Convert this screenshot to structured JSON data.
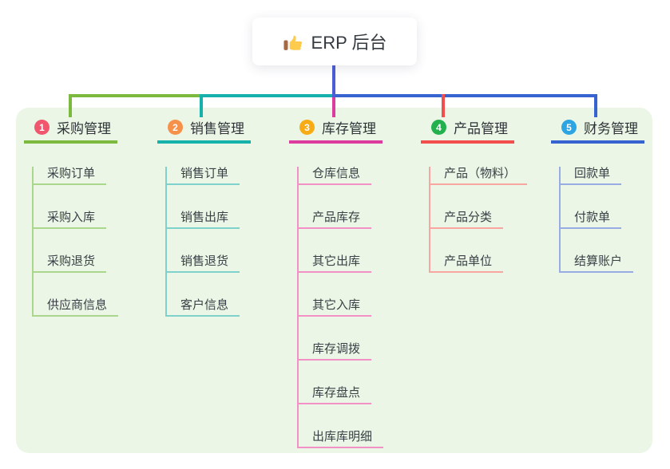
{
  "root": {
    "label": "ERP 后台",
    "icon": "thumbs-up-icon"
  },
  "colors": {
    "root_line": "#4c5dd6",
    "panel_bg": "#ebf6e6",
    "root_bg": "#ffffff",
    "title_text": "#2e3338",
    "child_text": "#3a4046"
  },
  "branches": [
    {
      "badge": "1",
      "title": "采购管理",
      "badge_color": "#f1566f",
      "line_color": "#7cba3f",
      "light_color": "#aad78c",
      "children": [
        "采购订单",
        "采购入库",
        "采购退货",
        "供应商信息"
      ]
    },
    {
      "badge": "2",
      "title": "销售管理",
      "badge_color": "#f6914b",
      "line_color": "#15b2ab",
      "light_color": "#7fd1cb",
      "children": [
        "销售订单",
        "销售出库",
        "销售退货",
        "客户信息"
      ]
    },
    {
      "badge": "3",
      "title": "库存管理",
      "badge_color": "#f7ac15",
      "line_color": "#dc3c9e",
      "light_color": "#f291c6",
      "children": [
        "仓库信息",
        "产品库存",
        "其它出库",
        "其它入库",
        "库存调拨",
        "库存盘点",
        "出库库明细"
      ]
    },
    {
      "badge": "4",
      "title": "产品管理",
      "badge_color": "#23b14d",
      "line_color": "#f24e4e",
      "light_color": "#f9a5a0",
      "children": [
        "产品（物料）",
        "产品分类",
        "产品单位"
      ]
    },
    {
      "badge": "5",
      "title": "财务管理",
      "badge_color": "#2ca5e2",
      "line_color": "#3663d0",
      "light_color": "#97ace2",
      "children": [
        "回款单",
        "付款单",
        "结算账户"
      ]
    }
  ]
}
